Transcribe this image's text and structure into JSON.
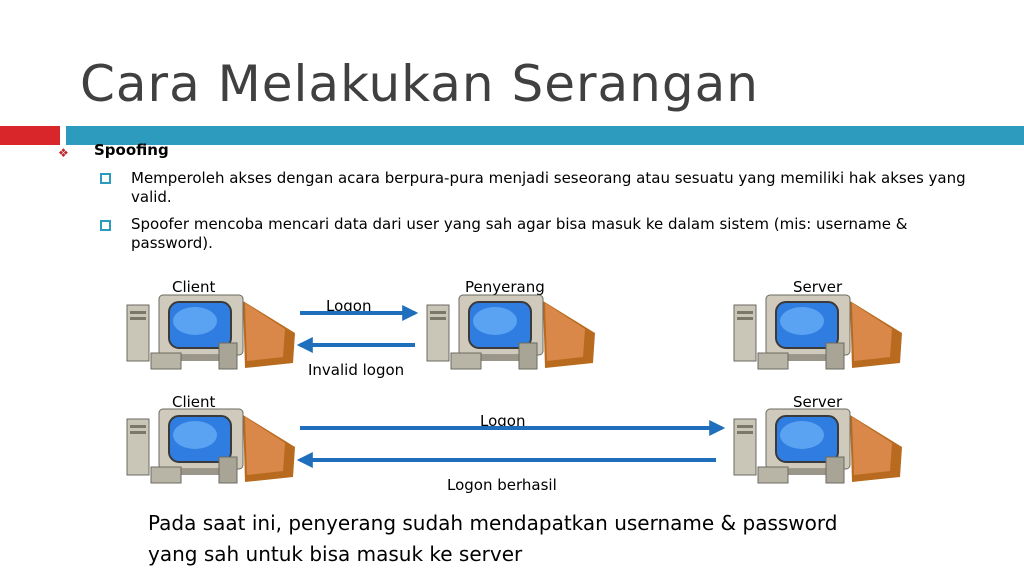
{
  "slide": {
    "title": "Cara Melakukan Serangan",
    "bullet": "Spoofing",
    "points": [
      "Memperoleh akses dengan acara berpura-pura menjadi seseorang atau sesuatu yang memiliki hak akses yang valid.",
      "Spoofer mencoba mencari data dari user yang sah agar bisa masuk ke dalam sistem (mis: username & password)."
    ]
  },
  "diagram": {
    "row1": {
      "client": "Client",
      "attacker": "Penyerang",
      "server": "Server",
      "logon": "Logon",
      "invalid": "Invalid logon"
    },
    "row2": {
      "client": "Client",
      "server": "Server",
      "logon": "Logon",
      "success": "Logon berhasil"
    },
    "arrow_color": "#1f6fbd"
  },
  "note": "Pada saat ini, penyerang sudah mendapatkan username & password yang sah untuk bisa masuk ke server"
}
